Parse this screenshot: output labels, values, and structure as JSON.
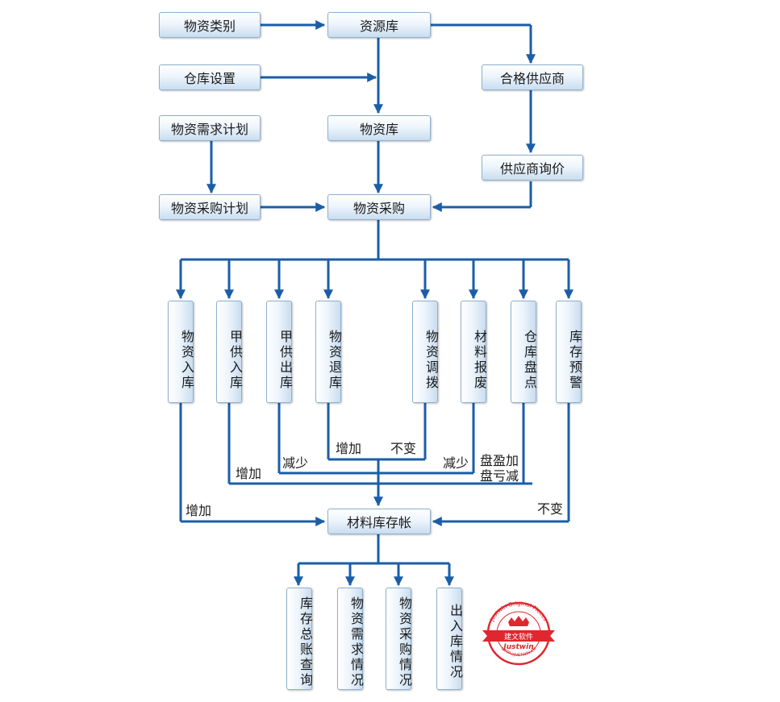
{
  "top_boxes": {
    "material_category": "物资类别",
    "resource_library": "资源库",
    "warehouse_setup": "仓库设置",
    "qualified_supplier": "合格供应商",
    "material_demand_plan": "物资需求计划",
    "material_library": "物资库",
    "supplier_inquiry": "供应商询价",
    "material_purchase_plan": "物资采购计划",
    "material_purchase": "物资采购"
  },
  "process_boxes": [
    {
      "label": "物资入库"
    },
    {
      "label": "甲供入库"
    },
    {
      "label": "甲供出库"
    },
    {
      "label": "物资退库"
    },
    {
      "label": "物资调拨"
    },
    {
      "label": "材料报废"
    },
    {
      "label": "仓库盘点"
    },
    {
      "label": "库存预警"
    }
  ],
  "edge_labels": {
    "inbound_increase": "增加",
    "supplied_in_increase": "增加",
    "supplied_out_decrease": "减少",
    "return_increase": "增加",
    "transfer_unchanged": "不变",
    "scrap_decrease": "减少",
    "inventory_gain": "盘盈加",
    "inventory_loss": "盘亏减",
    "warning_unchanged": "不变"
  },
  "ledger": "材料库存帐",
  "report_boxes": [
    {
      "label": "库存总账查询"
    },
    {
      "label": "物资需求情况"
    },
    {
      "label": "物资采购情况"
    },
    {
      "label": "出入库情况"
    }
  ],
  "stamp": {
    "text_top": "Justwin Original Pieces",
    "text_center": "建文软件",
    "text_brand": "Justwin",
    "text_bottom": "HTTP://JUSTWIN.CN"
  },
  "colors": {
    "connector": "#1a5ea8",
    "box_border": "#8fb0cf",
    "stamp": "#e0262e"
  }
}
